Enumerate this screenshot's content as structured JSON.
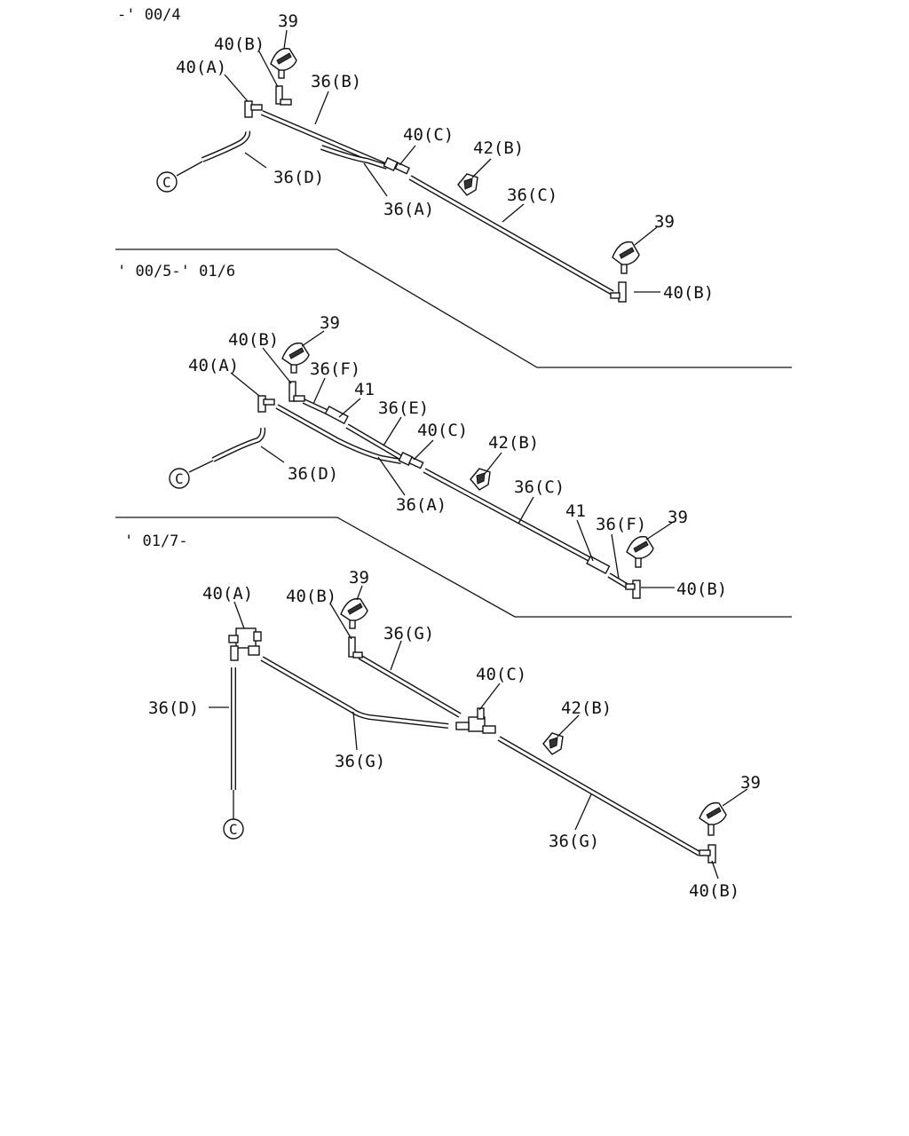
{
  "sections": [
    {
      "id": "s1",
      "period": "-' 00/4"
    },
    {
      "id": "s2",
      "period": "' 00/5-' 01/6"
    },
    {
      "id": "s3",
      "period": "' 01/7-"
    }
  ],
  "labels": {
    "s1": {
      "nozzle_left": "39",
      "nozzle_right": "39",
      "joint_40b_left": "40(B)",
      "joint_40a": "40(A)",
      "joint_40c": "40(C)",
      "joint_40b_right": "40(B)",
      "hose_36b": "36(B)",
      "hose_36d": "36(D)",
      "hose_36a": "36(A)",
      "hose_36c": "36(C)",
      "clip_42b": "42(B)",
      "connector": "C"
    },
    "s2": {
      "nozzle_left": "39",
      "nozzle_right": "39",
      "joint_40b_left": "40(B)",
      "joint_40a": "40(A)",
      "joint_40c": "40(C)",
      "joint_40b_right": "40(B)",
      "hose_36f_left": "36(F)",
      "hose_36e": "36(E)",
      "hose_36d": "36(D)",
      "hose_36a": "36(A)",
      "hose_36c": "36(C)",
      "hose_36f_right": "36(F)",
      "valve_41_left": "41",
      "valve_41_right": "41",
      "clip_42b": "42(B)",
      "connector": "C"
    },
    "s3": {
      "nozzle_left": "39",
      "nozzle_right": "39",
      "joint_40a": "40(A)",
      "joint_40b_left": "40(B)",
      "joint_40c": "40(C)",
      "joint_40b_right": "40(B)",
      "hose_36g_upper": "36(G)",
      "hose_36d": "36(D)",
      "hose_36g_lower": "36(G)",
      "hose_36g_right": "36(G)",
      "clip_42b": "42(B)",
      "connector": "C"
    }
  }
}
